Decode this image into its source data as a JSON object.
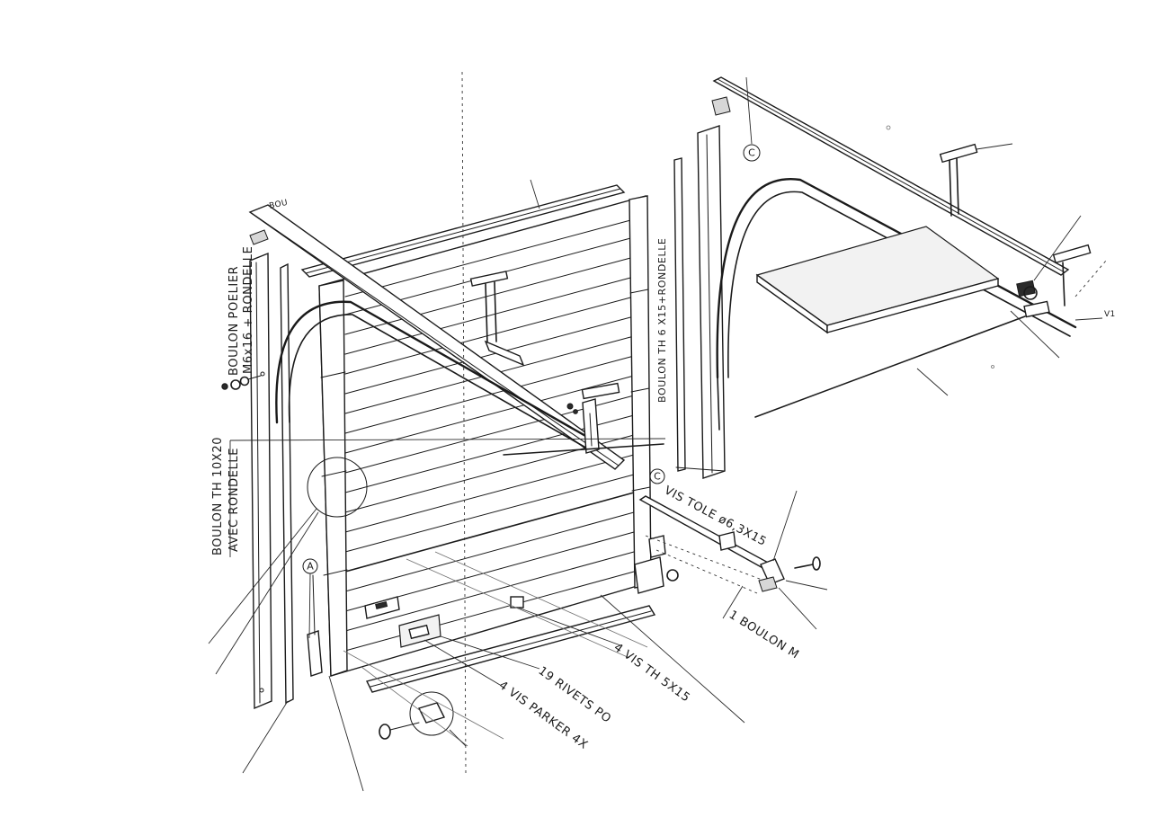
{
  "labels": {
    "boulon_poelier": "BOULON POELIER",
    "boulon_poelier_spec": "M6x16 + RONDELLE",
    "boulon_th_10x20": "BOULON TH 10X20",
    "avec_rondelle": "AVEC RONDELLE",
    "boulon_th_6x15": "BOULON TH 6 X15+RONDELLE",
    "vis_tole": "VIS TOLE ø6,3X15",
    "un_boulon": "1 BOULON M",
    "quatre_vis_th": "4 VIS TH 5X15",
    "dix_neuf_rivets": "19 RIVETS PO",
    "quatre_vis_parker": "4 VIS PARKER 4X",
    "bou": "BOU",
    "v1": "V1"
  },
  "callouts": {
    "a": "A",
    "c_left": "C",
    "c_right": "C"
  },
  "colors": {
    "ink": "#1a1a1a",
    "paper": "#ffffff"
  }
}
